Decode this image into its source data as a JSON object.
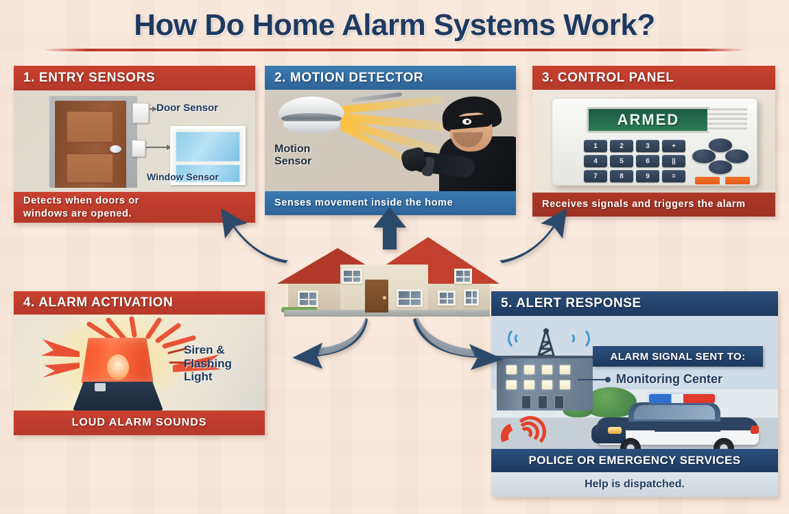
{
  "page": {
    "title": "How Do Home Alarm Systems Work?",
    "background_color": "#faeade",
    "accent_red": "#c0392b",
    "accent_blue": "#2d6499",
    "accent_navy": "#1d3a5f",
    "title_color": "#1e3a60"
  },
  "panels": [
    {
      "number": "1.",
      "header": "1. ENTRY SENSORS",
      "footer": "Detects when doors or windows are opened.",
      "footer_line1": "Detects when doors or",
      "footer_line2": "windows are opened.",
      "header_color": "#c0392b",
      "labels": {
        "door_sensor": "Door Sensor",
        "window_sensor": "Window Sensor"
      }
    },
    {
      "number": "2.",
      "header": "2. MOTION DETECTOR",
      "footer": "Senses movement inside the home",
      "header_color": "#2d6499",
      "labels": {
        "motion_sensor_line1": "Motion",
        "motion_sensor_line2": "Sensor"
      }
    },
    {
      "number": "3.",
      "header": "3. CONTROL PANEL",
      "footer": "Receives signals and triggers the alarm",
      "header_color": "#c0392b",
      "display": {
        "status": "ARMED",
        "status_color": "#2c7d57"
      },
      "keypad": [
        [
          "1",
          "2",
          "3",
          "+"
        ],
        [
          "4",
          "5",
          "6",
          "||"
        ],
        [
          "7",
          "8",
          "9",
          "="
        ]
      ]
    },
    {
      "number": "4.",
      "header": "4. ALARM ACTIVATION",
      "footer": "LOUD ALARM SOUNDS",
      "header_color": "#c0392b",
      "labels": {
        "siren_line1": "Siren &",
        "siren_line2": "Flashing",
        "siren_line3": "Light"
      }
    },
    {
      "number": "5.",
      "header": "5. ALERT RESPONSE",
      "footer": "POLICE OR EMERGENCY SERVICES",
      "sub_footer": "Help is dispatched.",
      "header_color": "#1d3a5f",
      "labels": {
        "banner": "ALARM SIGNAL SENT TO:",
        "destination": "Monitoring Center"
      }
    }
  ],
  "center": {
    "name": "home",
    "roof_color": "#c2402d",
    "wall_color": "#ece4d2",
    "door_color": "#7a4e2b"
  },
  "arrows": {
    "color": "#2b4a6b",
    "count": 5,
    "directions": [
      "up-left",
      "up",
      "up-right",
      "down-left",
      "down-right"
    ]
  },
  "icons": {
    "door_sensor": "sensor-box-icon",
    "window_sensor": "sensor-box-icon",
    "motion_sensor": "motion-dome-icon",
    "burglar": "burglar-icon",
    "keypad": "keypad-icon",
    "siren": "siren-beacon-icon",
    "antenna": "radio-tower-icon",
    "phone": "ringing-phone-icon",
    "police_car": "police-car-icon"
  }
}
